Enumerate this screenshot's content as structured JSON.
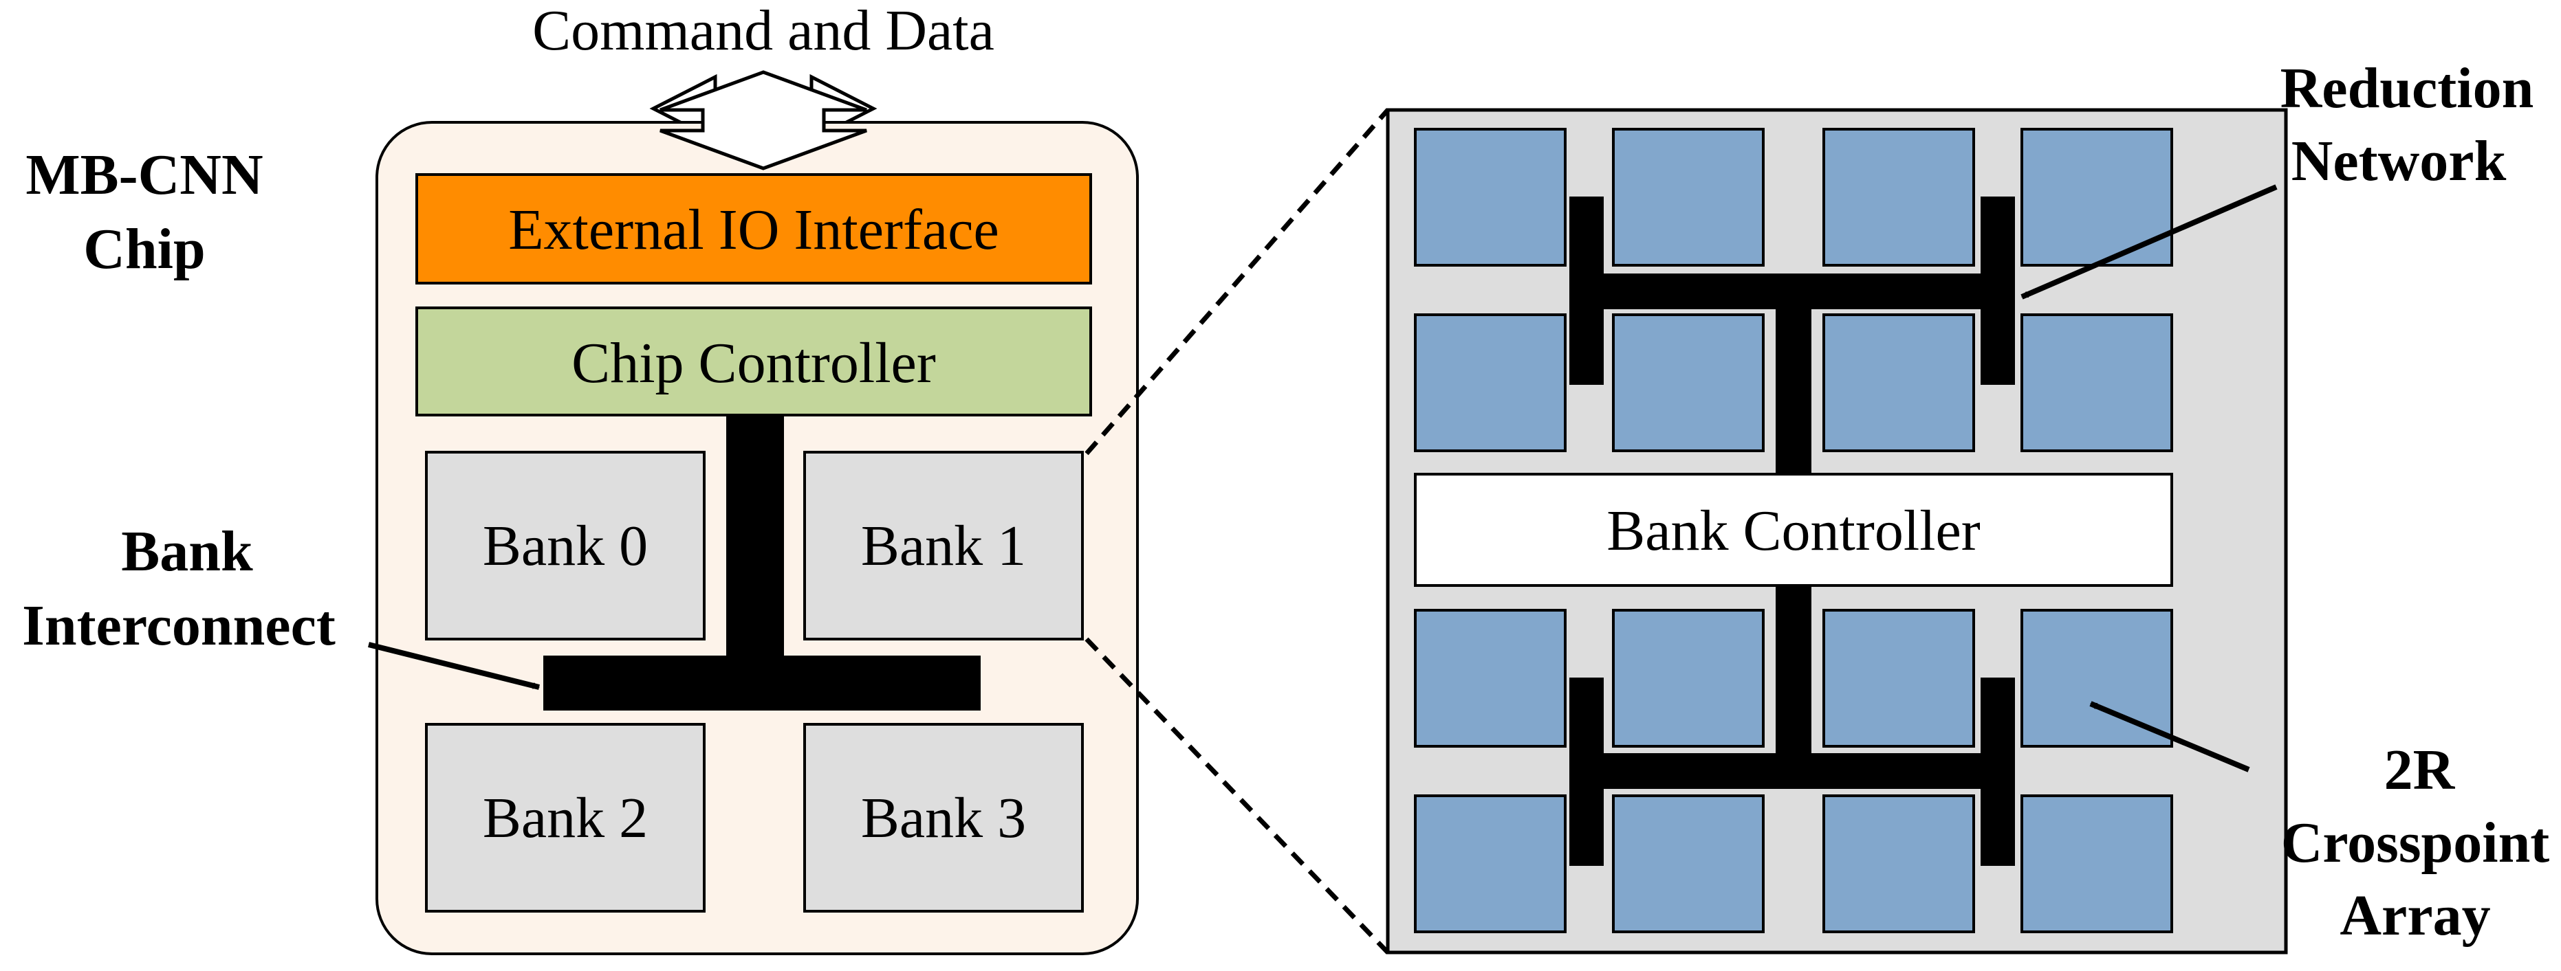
{
  "io": {
    "label": "Command and Data"
  },
  "chip": {
    "title_line1": "MB-CNN",
    "title_line2": "Chip",
    "io_interface": "External IO Interface",
    "controller": "Chip Controller",
    "banks": [
      "Bank 0",
      "Bank 1",
      "Bank 2",
      "Bank 3"
    ],
    "interconnect_line1": "Bank",
    "interconnect_line2": "Interconnect"
  },
  "bank_detail": {
    "controller": "Bank Controller",
    "reduction_line1": "Reduction",
    "reduction_line2": "Network",
    "array_line1": "2R",
    "array_line2": "Crosspoint",
    "array_line3": "Array"
  },
  "colors": {
    "chip_fill": "#fdf3ea",
    "io_interface": "#ff8c00",
    "chip_controller": "#c3d69b",
    "bank_fill": "#dedede",
    "crosspoint_fill": "#82a7cc",
    "bank_detail_fill": "#dddddd",
    "interconnect": "#000000"
  }
}
